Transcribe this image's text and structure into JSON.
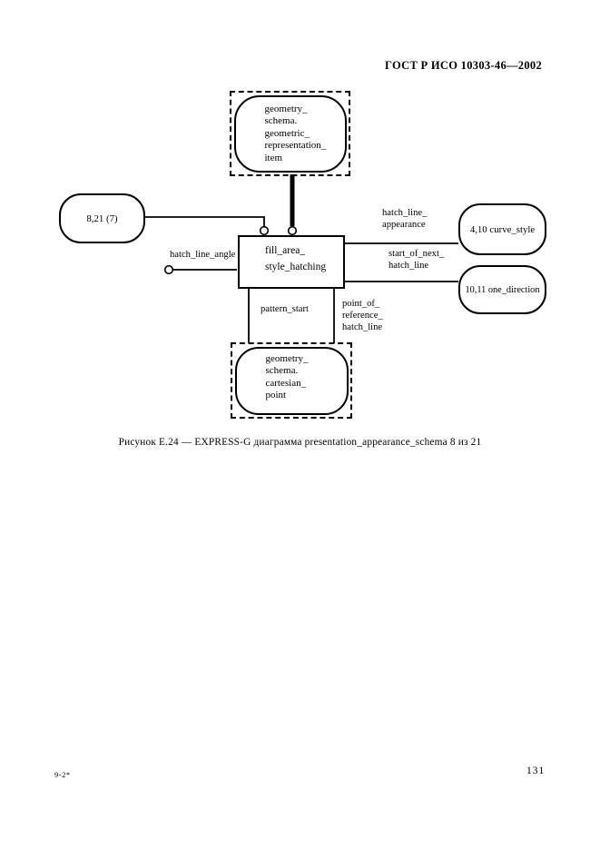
{
  "header": {
    "title": "ГОСТ Р ИСО 10303-46—2002"
  },
  "diagram": {
    "nodes": {
      "geometric_representation_item": {
        "label": "geometry_\nschema.\ngeometric_\nrepresentation_\nitem"
      },
      "page_ref_8_21": {
        "label": "8,21 (7)"
      },
      "fill_area_style_hatching": {
        "label": "fill_area_\nstyle_hatching"
      },
      "curve_style": {
        "label": "4,10 curve_style"
      },
      "one_direction": {
        "label": "10,11 one_direction"
      },
      "cartesian_point": {
        "label": "geometry_\nschema.\ncartesian_\npoint"
      }
    },
    "edges": {
      "hatch_line_angle": {
        "label": "hatch_line_angle"
      },
      "hatch_line_appearance": {
        "label": "hatch_line_\nappearance"
      },
      "start_of_next_hatch_line": {
        "label": "start_of_next_\nhatch_line"
      },
      "pattern_start": {
        "label": "pattern_start"
      },
      "point_of_reference_hatch_line": {
        "label": "point_of_\nreference_\nhatch_line"
      }
    }
  },
  "figure": {
    "caption": "Рисунок Е.24 — EXPRESS-G диаграмма presentation_appearance_schema 8 из 21"
  },
  "footer": {
    "left": "9-2*",
    "page_number": "131"
  }
}
